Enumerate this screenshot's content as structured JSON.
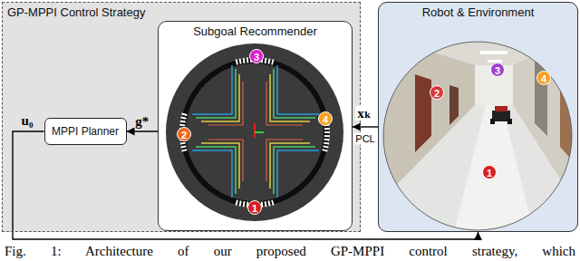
{
  "diagram": {
    "caption": "Fig. 1: Architecture of our proposed GP-MPPI control strategy, which",
    "nodes": [
      {
        "text": [
          "GP-MPPI Control Strategy"
        ]
      },
      {
        "text": [
          "Subgoal Recommender"
        ],
        "in": 0
      },
      {
        "text": [
          "MPPI Planner"
        ],
        "in": 0
      },
      {
        "text": [
          "Robot & Environment"
        ]
      }
    ],
    "edges": [
      {
        "from": 1,
        "to": 2,
        "arrow": "to",
        "label": "g*"
      },
      {
        "from": 3,
        "to": 1,
        "arrow": "to",
        "label": "PCL"
      },
      {
        "from": 2,
        "to": 3,
        "arrow": "to",
        "label": "u₀"
      }
    ],
    "labels": [
      "xₖ",
      "1",
      "2",
      "3",
      "4",
      "1",
      "2",
      "3",
      "4"
    ]
  }
}
